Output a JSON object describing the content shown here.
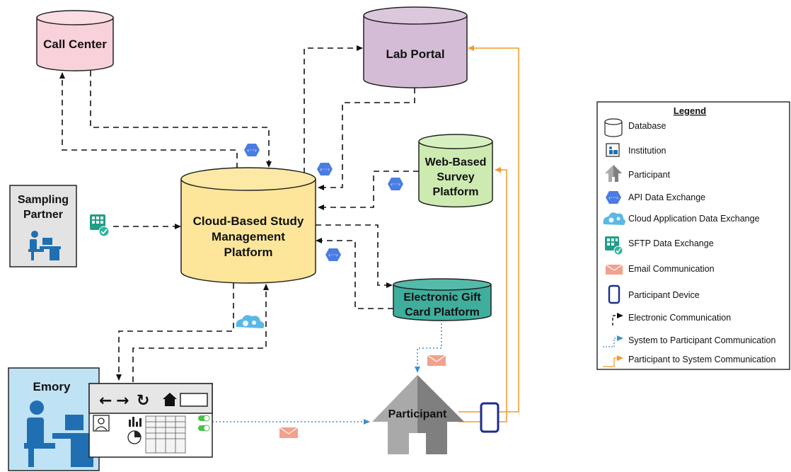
{
  "nodes": {
    "call_center": "Call Center",
    "lab_portal": "Lab Portal",
    "web_survey": [
      "Web-Based",
      "Survey",
      "Platform"
    ],
    "cloud_platform": [
      "Cloud-Based Study",
      "Management",
      "Platform"
    ],
    "sampling_partner": [
      "Sampling",
      "Partner"
    ],
    "gift_card": [
      "Electronic Gift",
      "Card Platform"
    ],
    "emory": "Emory",
    "participant": "Participant"
  },
  "legend": {
    "title": "Legend",
    "items": [
      {
        "icon": "database-icon",
        "label": "Database"
      },
      {
        "icon": "institution-icon",
        "label": "Institution"
      },
      {
        "icon": "participant-house-icon",
        "label": "Participant"
      },
      {
        "icon": "api-hexagon-icon",
        "label": "API Data Exchange"
      },
      {
        "icon": "cloud-gear-icon",
        "label": "Cloud Application Data Exchange"
      },
      {
        "icon": "sftp-icon",
        "label": "SFTP Data Exchange"
      },
      {
        "icon": "email-icon",
        "label": "Email Communication"
      },
      {
        "icon": "phone-icon",
        "label": "Participant Device"
      },
      {
        "icon": "black-dashed-arrow-icon",
        "label": "Electronic Communication"
      },
      {
        "icon": "blue-dotted-arrow-icon",
        "label": "System to Participant Communication"
      },
      {
        "icon": "orange-arrow-icon",
        "label": "Participant to System Communication"
      }
    ]
  },
  "colors": {
    "call_center": "#f9d1da",
    "lab_portal": "#d5bcd6",
    "web_survey": "#cdebb1",
    "cloud_platform": "#fde69a",
    "sampling_partner": "#e3e3e3",
    "gift_card": "#3fae9c",
    "emory": "#bfe2f5",
    "participant": "#8c8c8c",
    "api": "#4a7de3",
    "email": "#f3a08c",
    "orange": "#f39a2a",
    "blue_dotted": "#3b8fd0"
  }
}
